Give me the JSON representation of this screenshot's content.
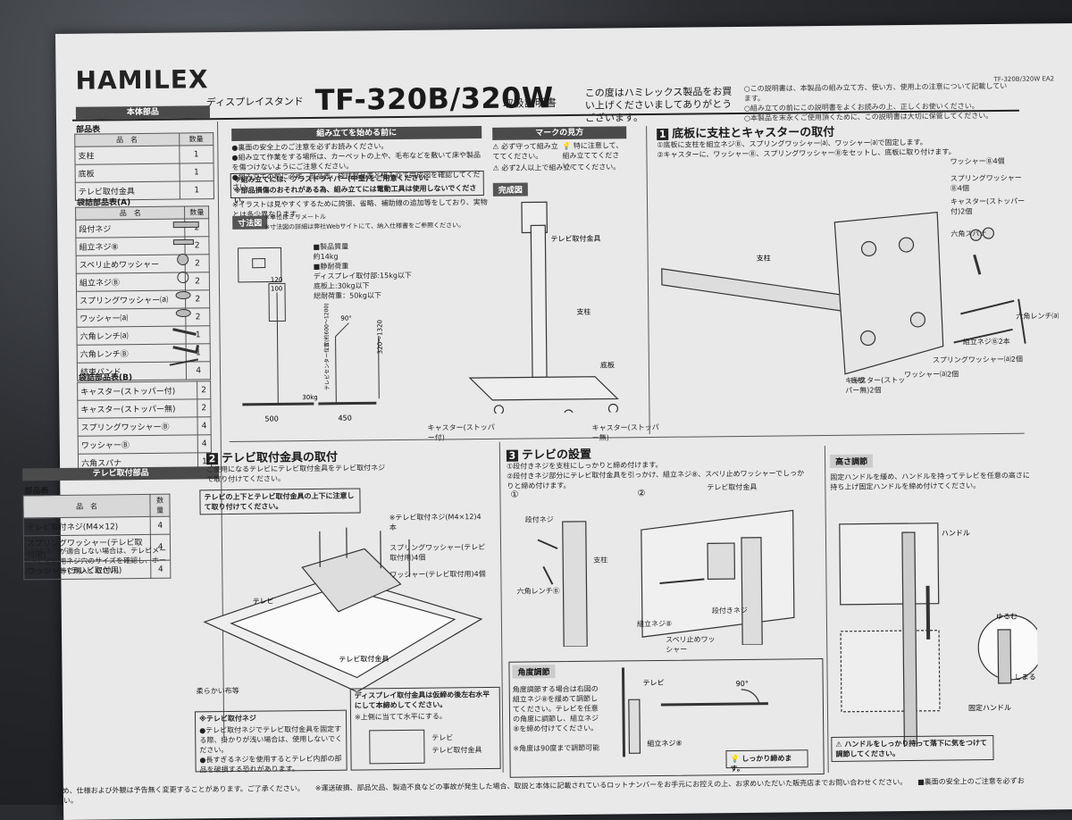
{
  "header": {
    "logo": "HAMILEX",
    "subtitle": "ディスプレイスタンド",
    "model": "TF-320B/320W",
    "manual": "取扱説明書",
    "greeting": "この度はハミレックス製品をお買い上げくださいましてありがとうございます。",
    "notes": [
      "○この説明書は、本製品の組み立て方、使い方、使用上の注意について記載しています。",
      "○組み立ての前にこの説明書をよくお読みの上、正しくお使いください。",
      "○本製品を末永くご使用頂くために、この説明書は大切に保管してください。"
    ],
    "doc_id": "TF-320B/320W EA2"
  },
  "parts": {
    "main_header": "本体部品",
    "main_title": "部品表",
    "main_cols": [
      "品　名",
      "数量"
    ],
    "main_rows": [
      [
        "支柱",
        "1"
      ],
      [
        "底板",
        "1"
      ],
      [
        "テレビ取付金具",
        "1"
      ]
    ],
    "bagA_title": "袋詰部品表(A)",
    "bagA_cols": [
      "品　名",
      "数量"
    ],
    "bagA_rows": [
      [
        "段付ネジ",
        "2"
      ],
      [
        "組立ネジ⑧",
        "2"
      ],
      [
        "スベリ止めワッシャー",
        "2"
      ],
      [
        "組立ネジⒷ",
        "2"
      ],
      [
        "スプリングワッシャー⒜",
        "2"
      ],
      [
        "ワッシャー⒜",
        "2"
      ],
      [
        "六角レンチ⒜",
        "1"
      ],
      [
        "六角レンチⒷ",
        "1"
      ],
      [
        "結束バンド",
        "4"
      ]
    ],
    "bagB_title": "袋詰部品表(B)",
    "bagB_rows": [
      [
        "キャスター(ストッパー付)",
        "2"
      ],
      [
        "キャスター(ストッパー無)",
        "2"
      ],
      [
        "スプリングワッシャーⒷ",
        "4"
      ],
      [
        "ワッシャーⒷ",
        "4"
      ],
      [
        "六角スパナ",
        "1"
      ]
    ],
    "tv_header": "テレビ取付部品",
    "tv_title": "部品表",
    "tv_cols": [
      "品　名",
      "数量"
    ],
    "tv_rows": [
      [
        "テレビ取付ネジ(M4×12)",
        "4"
      ],
      [
        "スプリングワッシャー(テレビ取付用)",
        "4"
      ],
      [
        "ワッシャー(テレビ取付用)",
        "4"
      ]
    ],
    "tv_note": "上記のネジが適合しない場合は、テレビメーカーに壁掛用ネジ穴のサイズを確認し、ホームセンター等で購入ください。"
  },
  "before": {
    "title": "組み立てを始める前に",
    "lines": [
      "●裏面の安全上のご注意を必ずお読みください。",
      "●組み立て作業をする場所は、カーペットの上や、毛布などを敷いて床や製品を傷つけないようにご注意ください。",
      "●組み立ての前に必ず、部品表、袋詰部品表と組み立て完成図を確認してください。"
    ],
    "warn": "※組み立てには、プラスドライバー(中型)をご用意ください。",
    "warn2": "※部品損傷のおそれがある為、組み立てには電動工具は使用しないでください。",
    "illus": "※イラストは見やすくするために誇張、省略、補助線の追加等をしており、実物とは多少異なります。"
  },
  "dims": {
    "title": "寸法図",
    "note1": "※単位はミリメートル",
    "note2": "※寸法図の詳細は弊社Webサイトにて、納入仕様書をご参照ください。",
    "weight_label": "■製品質量",
    "weight": "約14kg",
    "load_label": "■静耐荷重",
    "load1": "ディスプレイ取付部:15kg以下",
    "load2": "底板上:30kg以下",
    "load3": "総耐荷重：50kg以下",
    "w500": "500",
    "w450": "450",
    "h30": "30kg",
    "h120": "120",
    "h100": "100",
    "ang": "90°",
    "hrange": "320～1320",
    "tvcenter": "テレビセンター位置(約600～1200)"
  },
  "marks": {
    "title": "マークの見方",
    "m1": "必ず守って組み立ててください。",
    "m2": "特に注意して、組み立ててください。",
    "m3": "必ず2人以上で組み立ててください。",
    "complete": "完成図",
    "labels": [
      "テレビ取付金具",
      "支柱",
      "底板",
      "キャスター(ストッパー付)",
      "キャスター(ストッパー無)"
    ]
  },
  "step1": {
    "num": "1",
    "title": "底板に支柱とキャスターの取付",
    "desc1": "①底板に支柱を組立ネジⒷ、スプリングワッシャー⒜、ワッシャー⒜で固定します。",
    "desc2": "②キャスターに、ワッシャーⒷ、スプリングワッシャーⒷをセットし、底板に取り付けます。",
    "labels": [
      "ワッシャーⒷ4個",
      "スプリングワッシャーⒷ4個",
      "キャスター(ストッパー付)2個",
      "六角スパナ",
      "支柱",
      "底板",
      "六角レンチ⒜",
      "組立ネジⒷ2本",
      "スプリングワッシャー⒜2個",
      "ワッシャー⒜2個",
      "キャスター(ストッパー無)2個"
    ]
  },
  "step2": {
    "num": "2",
    "title": "テレビ取付金具の取付",
    "desc": "ご使用になるテレビにテレビ取付金具をテレビ取付ネジで取り付けてください。",
    "caution": "テレビの上下とテレビ取付金具の上下に注意して取り付けてください。",
    "labels": [
      "※テレビ取付ネジ(M4×12)4本",
      "スプリングワッシャー(テレビ取付用)4個",
      "ワッシャー(テレビ取付用)4個",
      "テレビ",
      "テレビ取付金具",
      "柔らかい布等"
    ],
    "note_title": "※テレビ取付ネジ",
    "note1": "●テレビ取付ネジでテレビ取付金具を固定する際、掛かりが浅い場合は、使用しないでください。",
    "note2": "●長すぎるネジを使用するとテレビ内部の部品を破損する恐れがあります。",
    "box_title": "ディスプレイ取付金具は仮締め後左右水平にして本締めしてください。",
    "box_sub": "※上側に当てて水平にする。",
    "box_labels": [
      "テレビ",
      "テレビ取付金具"
    ]
  },
  "step3": {
    "num": "3",
    "title": "テレビの設置",
    "desc1": "①段付きネジを支柱にしっかりと締め付けます。",
    "desc2": "②段付きネジ部分にテレビ取付金具を引っかけ、組立ネジ⑧、スベリ止めワッシャーでしっかりと締め付けます。",
    "labels": [
      "段付ネジ",
      "支柱",
      "六角レンチⒷ",
      "テレビ取付金具",
      "組立ネジ⑧",
      "段付きネジ",
      "スベリ止めワッシャー"
    ],
    "c1": "①",
    "c2": "②"
  },
  "angle": {
    "title": "角度調節",
    "desc": "角度調節する場合は右図の組立ネジ⑧を緩めて調節してください。テレビを任意の角度に調節し、組立ネジ⑧を締め付けてください。",
    "note": "※角度は90度まで調節可能",
    "labels": [
      "テレビ",
      "90°",
      "組立ネジ⑧"
    ],
    "tighten": "しっかり締めます。"
  },
  "height": {
    "title": "高さ調節",
    "desc": "固定ハンドルを緩め、ハンドルを持ってテレビを任意の高さに持ち上げ固定ハンドルを締め付けてください。",
    "labels": [
      "ハンドル",
      "ゆるむ",
      "しまる",
      "固定ハンドル"
    ],
    "warn": "ハンドルをしっかり持って落下に気をつけて調節してください。"
  },
  "footer": "※改良のため、仕様および外観は予告無く変更することがあります。ご了承ください。　　※運送破損、部品欠品、製造不良などの事故が発生した場合、取説と本体に記載されているロットナンバーをお手元にお控えの上、お求めいただいた販売店までお問い合わせください。　　■裏面の安全上のご注意を必ずお読みください。"
}
